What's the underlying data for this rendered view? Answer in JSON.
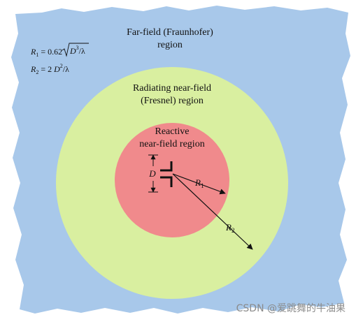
{
  "colors": {
    "far_field": "#a8c8ea",
    "radiating": "#d9efa0",
    "reactive": "#f08a8c",
    "ink": "#111111",
    "watermark": "#8a8a8a"
  },
  "regions": {
    "far_field_line1": "Far-field (Fraunhofer)",
    "far_field_line2": "region",
    "radiating_line1": "Radiating near-field",
    "radiating_line2": "(Fresnel) region",
    "reactive_line1": "Reactive",
    "reactive_line2": "near-field region"
  },
  "formulas": {
    "r1_lhs": "R",
    "r1_sub": "1",
    "r1_eq": " = 0.62",
    "r1_body": "D",
    "r1_exp": "3",
    "r1_den": "/λ",
    "r2_lhs": "R",
    "r2_sub": "2",
    "r2_eq": " = 2 ",
    "r2_body": "D",
    "r2_exp": "2",
    "r2_den": "/λ"
  },
  "labels": {
    "D": "D",
    "R1": "R",
    "R1_sub": "1",
    "R2": "R",
    "R2_sub": "2"
  },
  "watermark": "CSDN @爱跳舞的牛油果"
}
